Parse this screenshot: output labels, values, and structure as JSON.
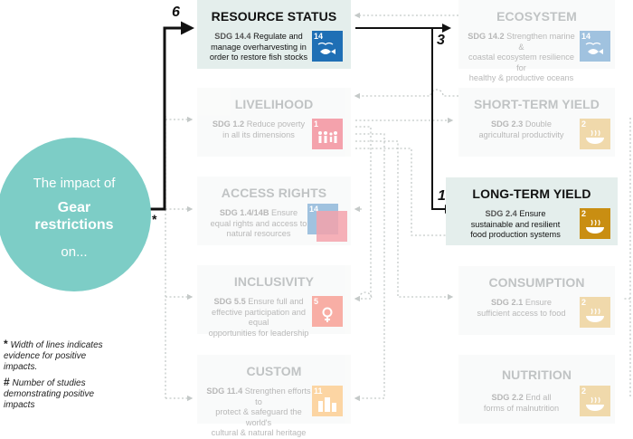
{
  "center": {
    "line1": "The impact of",
    "line2a": "Gear",
    "line2b": "restrictions",
    "line3": "on..."
  },
  "asterisk": "*",
  "legend": {
    "sym1": "*",
    "text1a": "Width of lines indicates",
    "text1b": "evidence for positive",
    "text1c": "impacts.",
    "sym2": "#",
    "text2a": "Number of studies",
    "text2b": "demonstrating positive",
    "text2c": "impacts"
  },
  "counts": {
    "resource": "6",
    "ecosystem": "3",
    "longterm": "1"
  },
  "boxes": {
    "resource": {
      "title": "RESOURCE STATUS",
      "sdg": "SDG 14.4",
      "desc1": "Regulate and",
      "desc2": "manage overharvesting in",
      "desc3": "order to restore fish stocks",
      "icon_num": "14",
      "icon_color": "#1f6fb5"
    },
    "livelihood": {
      "title": "LIVELIHOOD",
      "sdg": "SDG 1.2",
      "desc1": "Reduce poverty",
      "desc2": "in all its dimensions",
      "desc3": "",
      "icon_num": "1",
      "icon_color": "#e5243b"
    },
    "access": {
      "title": "ACCESS RIGHTS",
      "sdg": "SDG 1.4/14B",
      "desc1": "Ensure",
      "desc2": "equal rights and access to",
      "desc3": "natural resources",
      "icon_num": "14",
      "icon_color": "#1f6fb5"
    },
    "inclusivity": {
      "title": "INCLUSIVITY",
      "sdg": "SDG 5.5",
      "desc1": "Ensure full and",
      "desc2": "effective participation and equal",
      "desc3": "opportunities for leadership",
      "icon_num": "5",
      "icon_color": "#ef402b"
    },
    "custom": {
      "title": "CUSTOM",
      "sdg": "SDG 11.4",
      "desc1": "Strengthen efforts to",
      "desc2": "protect & safeguard the world's",
      "desc3": "cultural & natural heritage",
      "icon_num": "11",
      "icon_color": "#f99d26"
    },
    "ecosystem": {
      "title": "ECOSYSTEM",
      "sdg": "SDG 14.2",
      "desc1": "Strengthen marine &",
      "desc2": "coastal ecosystem resilience for",
      "desc3": "healthy & productive oceans",
      "icon_num": "14",
      "icon_color": "#1f6fb5"
    },
    "shortterm": {
      "title": "SHORT-TERM YIELD",
      "sdg": "SDG 2.3",
      "desc1": "Double",
      "desc2": "agricultural productivity",
      "desc3": "",
      "icon_num": "2",
      "icon_color": "#dda63a"
    },
    "longterm": {
      "title": "LONG-TERM YIELD",
      "sdg": "SDG 2.4",
      "desc1": "Ensure",
      "desc2": "sustainable and resilient",
      "desc3": "food production systems",
      "icon_num": "2",
      "icon_color": "#c98e12"
    },
    "consumption": {
      "title": "CONSUMPTION",
      "sdg": "SDG 2.1",
      "desc1": "Ensure",
      "desc2": "sufficient access to food",
      "desc3": "",
      "icon_num": "2",
      "icon_color": "#dda63a"
    },
    "nutrition": {
      "title": "NUTRITION",
      "sdg": "SDG 2.2",
      "desc1": "End all",
      "desc2": "forms of malnutrition",
      "desc3": "",
      "icon_num": "2",
      "icon_color": "#dda63a"
    }
  }
}
